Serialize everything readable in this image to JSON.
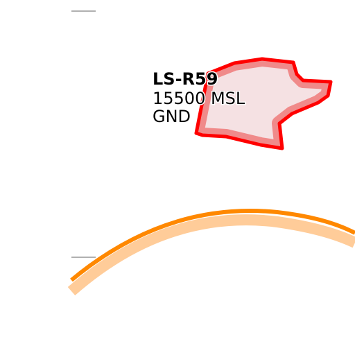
{
  "map": {
    "restricted_area": {
      "name": "LS-R59",
      "upper_limit": "15500 MSL",
      "lower_limit": "GND",
      "outline_color": "#ff0000",
      "inner_band_color": "#f08a8a",
      "fill_color": "#f5e1e3"
    },
    "orange_boundary": {
      "line_color": "#ff8800",
      "band_color": "#ffcc99"
    },
    "tick_color": "#808080",
    "background_color": "#ffffff"
  }
}
